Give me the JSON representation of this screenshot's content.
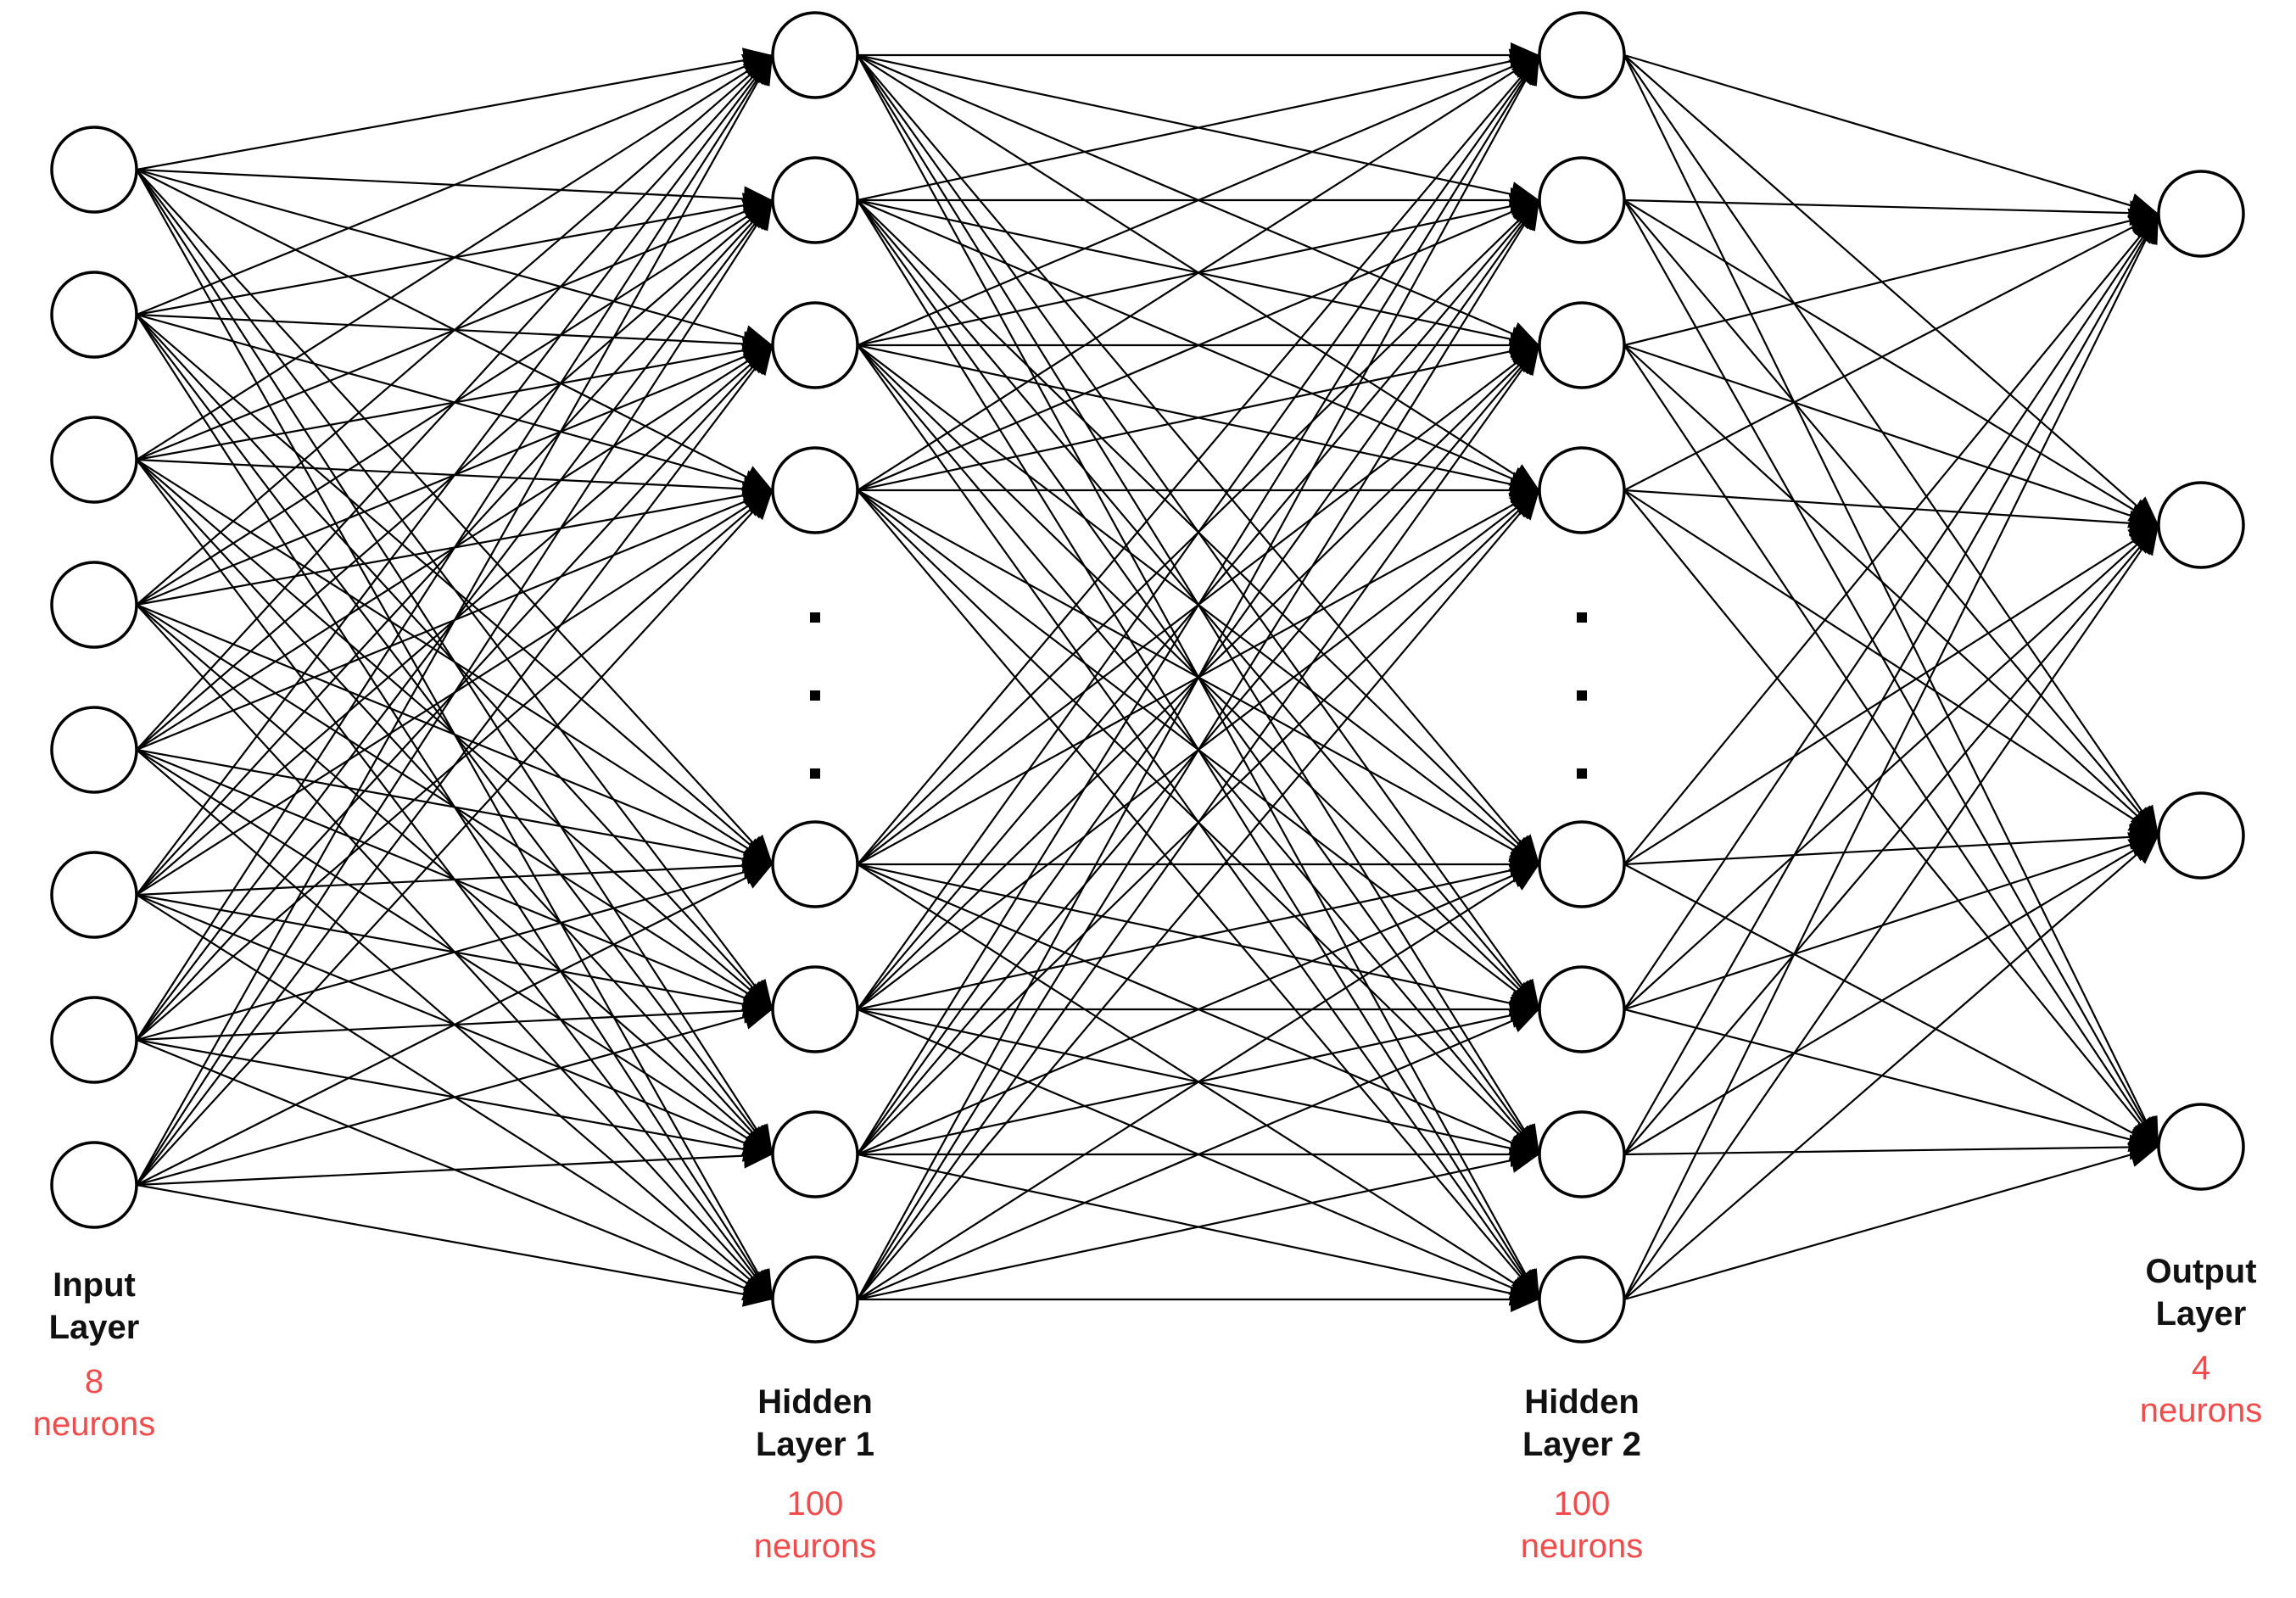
{
  "diagram": {
    "colors": {
      "stroke": "#000000",
      "node_fill": "#ffffff",
      "count_text": "#f24b4b",
      "name_text": "#111111"
    },
    "layers": [
      {
        "id": "input",
        "name_line1": "Input",
        "name_line2": "Layer",
        "count_line1": "8",
        "count_line2": "neurons",
        "visible_nodes": 8
      },
      {
        "id": "hidden1",
        "name_line1": "Hidden",
        "name_line2": "Layer 1",
        "count_line1": "100",
        "count_line2": "neurons",
        "visible_nodes": 8,
        "ellipsis_dots": 3
      },
      {
        "id": "hidden2",
        "name_line1": "Hidden",
        "name_line2": "Layer 2",
        "count_line1": "100",
        "count_line2": "neurons",
        "visible_nodes": 8,
        "ellipsis_dots": 3
      },
      {
        "id": "output",
        "name_line1": "Output",
        "name_line2": "Layer",
        "count_line1": "4",
        "count_line2": "neurons",
        "visible_nodes": 4
      }
    ]
  }
}
